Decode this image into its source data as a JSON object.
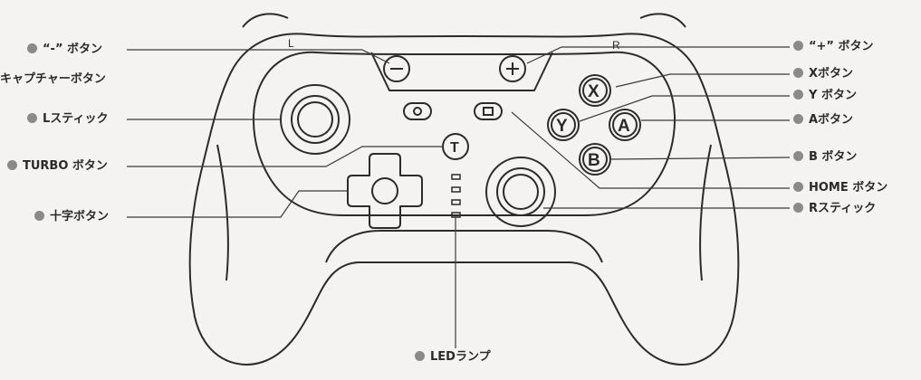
{
  "labels_left": [
    {
      "key": "minus",
      "text": "“-” ボタン"
    },
    {
      "key": "capture",
      "text": "キャプチャーボタン"
    },
    {
      "key": "lstick",
      "text": "Lスティック"
    },
    {
      "key": "turbo",
      "text": "TURBO ボタン"
    },
    {
      "key": "dpad",
      "text": "十字ボタン"
    }
  ],
  "labels_right": [
    {
      "key": "plus",
      "text": "“+” ボタン"
    },
    {
      "key": "x",
      "text": "Xボタン"
    },
    {
      "key": "y",
      "text": "Y ボタン"
    },
    {
      "key": "a",
      "text": "Aボタン"
    },
    {
      "key": "b",
      "text": "B ボタン"
    },
    {
      "key": "home",
      "text": "HOME ボタン"
    },
    {
      "key": "rstick",
      "text": "Rスティック"
    }
  ],
  "label_bottom": {
    "key": "led",
    "text": "LEDランプ"
  },
  "controller": {
    "shoulder_left": "L",
    "shoulder_right": "R",
    "btn_x": "X",
    "btn_y": "Y",
    "btn_a": "A",
    "btn_b": "B",
    "btn_turbo": "T",
    "minus_symbol": "−",
    "plus_symbol": "+"
  },
  "colors": {
    "line": "#2b2b2b",
    "leader": "#3a3a3a",
    "dot": "#8a8a8a"
  }
}
